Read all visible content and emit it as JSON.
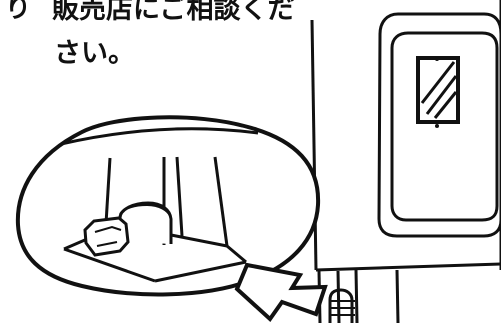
{
  "text": {
    "fragment_left": "り",
    "line1": "販売店にご相談くだ",
    "line2": "さい。"
  },
  "colors": {
    "ink": "#111111",
    "paper": "#ffffff"
  }
}
